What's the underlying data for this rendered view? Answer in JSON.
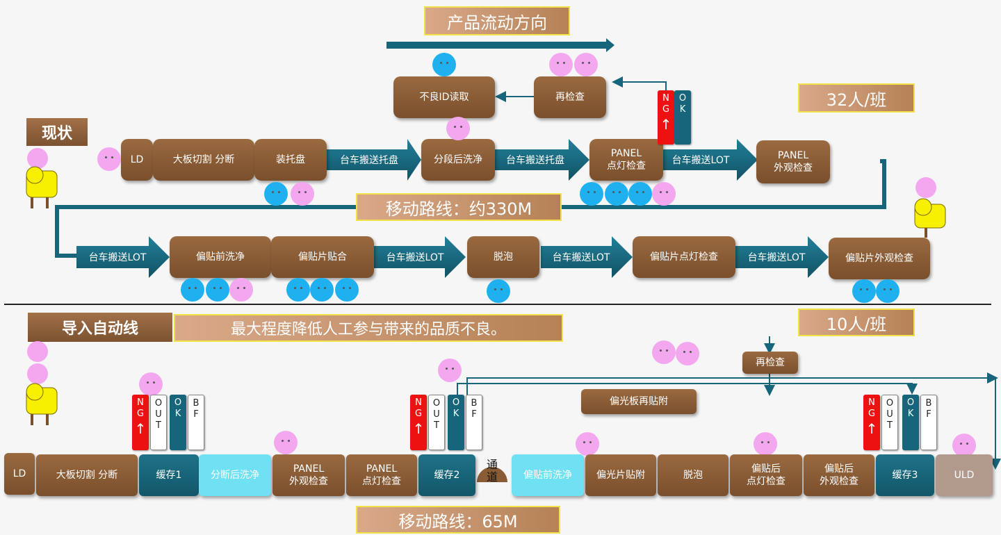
{
  "header": {
    "flow_direction": "产品流动方向"
  },
  "current": {
    "section_label": "现状",
    "staffing": "32人/班",
    "route_label": "移动路线：约330M",
    "top_loop": {
      "ng_reader": "不良ID读取",
      "recheck": "再检查"
    },
    "row1": [
      {
        "id": "ld",
        "label": "LD"
      },
      {
        "id": "cut",
        "label": "大板切割 分断"
      },
      {
        "id": "tray",
        "label": "装托盘"
      },
      {
        "id": "a1",
        "label": "台车搬送托盘"
      },
      {
        "id": "wash",
        "label": "分段后洗净"
      },
      {
        "id": "a2",
        "label": "台车搬送托盘"
      },
      {
        "id": "light",
        "label": "PANEL\n点灯检查"
      },
      {
        "id": "a3",
        "label": "台车搬送LOT"
      },
      {
        "id": "visual",
        "label": "PANEL\n外观检查"
      }
    ],
    "ng_flags": {
      "ng": [
        "N",
        "G",
        "↑"
      ],
      "ok": [
        "O",
        "K"
      ]
    },
    "row2": [
      {
        "id": "a4",
        "label": "台车搬送LOT"
      },
      {
        "id": "prewash",
        "label": "偏贴前洗净"
      },
      {
        "id": "attach",
        "label": "偏贴片贴合"
      },
      {
        "id": "a5",
        "label": "台车搬送LOT"
      },
      {
        "id": "defoam",
        "label": "脱泡"
      },
      {
        "id": "a6",
        "label": "台车搬送LOT"
      },
      {
        "id": "plight",
        "label": "偏贴片点灯检查"
      },
      {
        "id": "a7",
        "label": "台车搬送LOT"
      },
      {
        "id": "pvisual",
        "label": "偏贴片外观检查"
      }
    ]
  },
  "auto": {
    "section_label": "导入自动线",
    "slogan": "最大程度降低人工参与带来的品质不良。",
    "staffing": "10人/班",
    "route_label": "移动路线：65M",
    "recheck": "再检查",
    "reattach": "偏光板再贴附",
    "passage": "通\n道",
    "flags": {
      "ng": [
        "N",
        "G",
        "↑"
      ],
      "out": [
        "O",
        "U",
        "T"
      ],
      "ok": [
        "O",
        "K"
      ],
      "bf": [
        "B",
        "F"
      ]
    },
    "line": [
      {
        "id": "ld",
        "label": "LD"
      },
      {
        "id": "cut",
        "label": "大板切割 分断"
      },
      {
        "id": "buf1",
        "label": "缓存1"
      },
      {
        "id": "wash",
        "label": "分断后洗净"
      },
      {
        "id": "pvis",
        "label": "PANEL\n外观检查"
      },
      {
        "id": "plit",
        "label": "PANEL\n点灯检查"
      },
      {
        "id": "buf2",
        "label": "缓存2"
      },
      {
        "id": "prewash",
        "label": "偏贴前洗净"
      },
      {
        "id": "attach",
        "label": "偏光片贴附"
      },
      {
        "id": "defoam",
        "label": "脱泡"
      },
      {
        "id": "plight",
        "label": "偏贴后\n点灯检查"
      },
      {
        "id": "pvisual",
        "label": "偏贴后\n外观检查"
      },
      {
        "id": "buf3",
        "label": "缓存3"
      },
      {
        "id": "uld",
        "label": "ULD"
      }
    ]
  },
  "colors": {
    "box_brown": "#8a5c35",
    "teal": "#16657a",
    "cyan": "#6fe1f3",
    "worker_pink": "#f3a7ef",
    "worker_blue": "#1fb0ef",
    "ng_red": "#ee1111"
  }
}
